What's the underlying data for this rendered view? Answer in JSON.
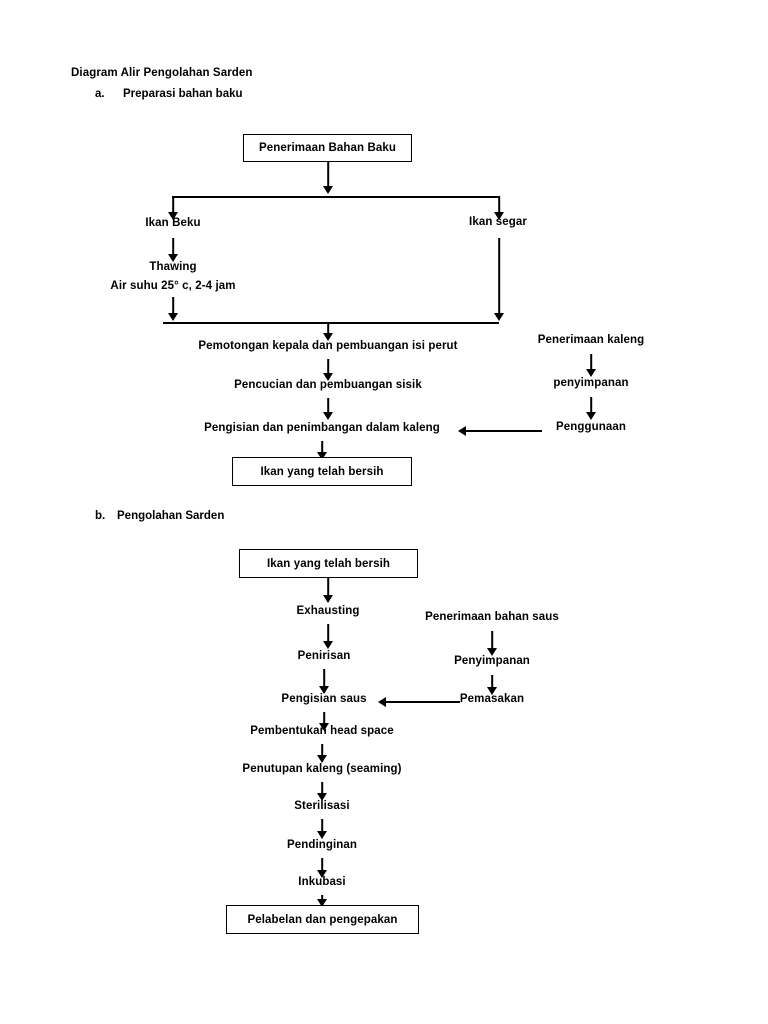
{
  "document": {
    "title": "Diagram Alir Pengolahan Sarden"
  },
  "sections": [
    {
      "marker": "a.",
      "label": "Preparasi bahan baku"
    },
    {
      "marker": "b.",
      "label": "Pengolahan Sarden"
    }
  ],
  "diagram_a": {
    "start_box": "Penerimaan Bahan Baku",
    "branch_left": [
      "Ikan Beku",
      "Thawing",
      "Air suhu 25° c, 2-4 jam"
    ],
    "branch_right": [
      "Ikan segar"
    ],
    "main_chain": [
      "Pemotongan kepala dan pembuangan isi perut",
      "Pencucian dan pembuangan sisik",
      "Pengisian dan penimbangan dalam kaleng"
    ],
    "end_box": "Ikan yang telah bersih",
    "can_chain": [
      "Penerimaan kaleng",
      "penyimpanan",
      "Penggunaan"
    ]
  },
  "diagram_b": {
    "start_box": "Ikan yang telah bersih",
    "main_chain": [
      "Exhausting",
      "Penirisan",
      "Pengisian saus",
      "Pembentukan head space",
      "Penutupan kaleng (seaming)",
      "Sterilisasi",
      "Pendinginan",
      "Inkubasi"
    ],
    "end_box": "Pelabelan dan pengepakan",
    "sauce_chain": [
      "Penerimaan bahan saus",
      "Penyimpanan",
      "Pemasakan"
    ]
  },
  "colors": {
    "ink": "#000000",
    "paper": "#ffffff"
  }
}
